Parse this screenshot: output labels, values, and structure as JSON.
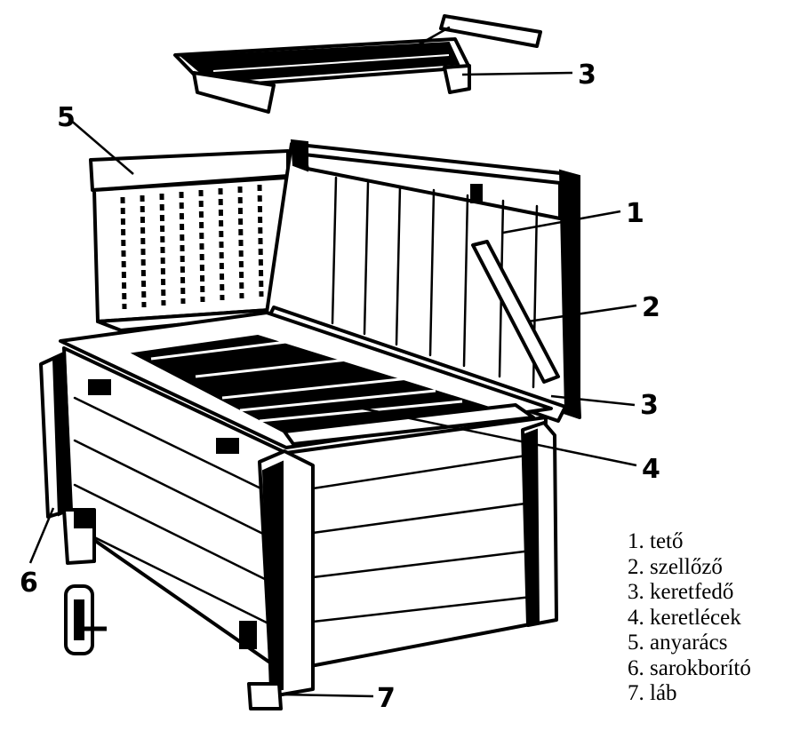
{
  "callouts": [
    {
      "number": "1",
      "key": "teto"
    },
    {
      "number": "2",
      "key": "szellozo"
    },
    {
      "number": "3",
      "key": "keretfedo_top"
    },
    {
      "number": "3",
      "key": "keretfedo_box"
    },
    {
      "number": "4",
      "key": "keretlecek"
    },
    {
      "number": "5",
      "key": "anyaracs"
    },
    {
      "number": "6",
      "key": "sarokborito"
    },
    {
      "number": "7",
      "key": "lab"
    }
  ],
  "legend": [
    "1. tető",
    "2. szellőző",
    "3. keretfedő",
    "4. keretlécek",
    "5. anyarács",
    "6. sarokborító",
    "7. láb"
  ]
}
